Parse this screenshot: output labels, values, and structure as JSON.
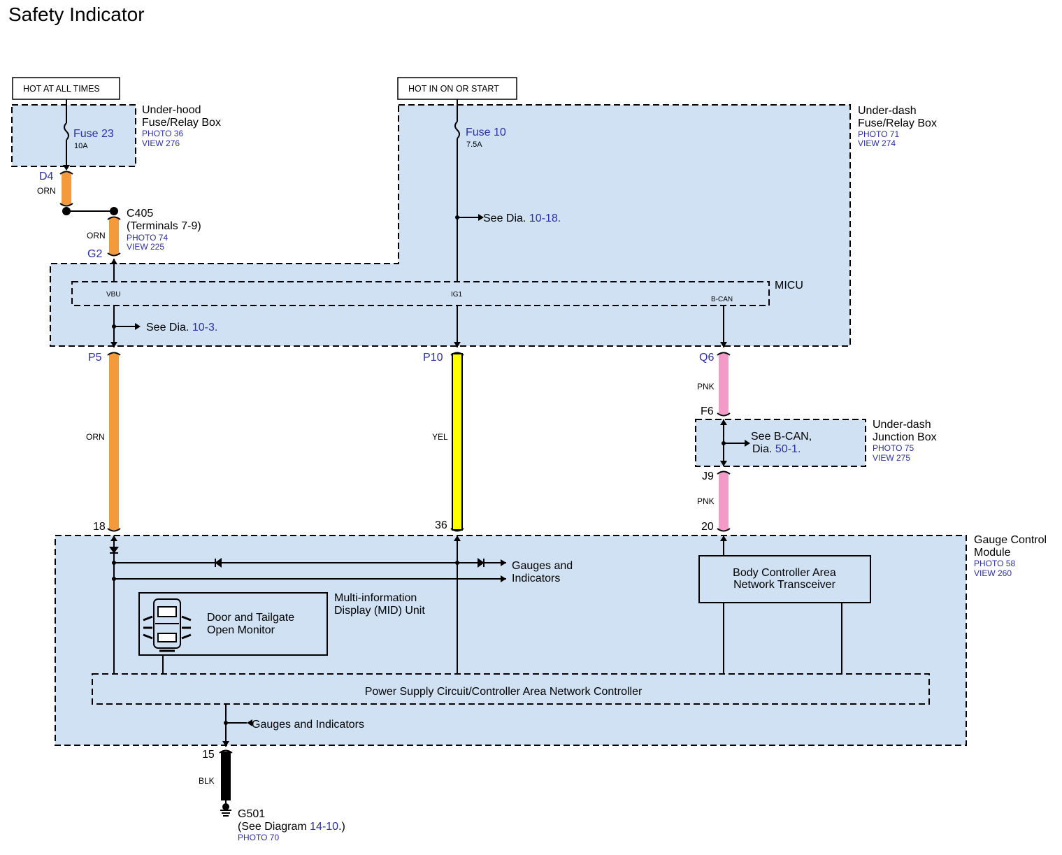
{
  "page_title": "Safety Indicator",
  "colors": {
    "box_fill": "#cfe1f3",
    "link_blue": "#2b2fa8",
    "wire_orange": "#f59a3a",
    "wire_yellow": "#ffff00",
    "wire_pink": "#f39ac8",
    "wire_black": "#000000"
  },
  "power_labels": {
    "hot_always": "HOT AT ALL TIMES",
    "hot_on_start": "HOT IN ON OR START"
  },
  "underhood_box": {
    "title_line1": "Under-hood",
    "title_line2": "Fuse/Relay Box",
    "photo": "PHOTO 36",
    "view": "VIEW 276",
    "fuse_name": "Fuse 23",
    "fuse_rating": "10A"
  },
  "underdash_box": {
    "title_line1": "Under-dash",
    "title_line2": "Fuse/Relay Box",
    "photo": "PHOTO 71",
    "view": "VIEW 274",
    "fuse_name": "Fuse 10",
    "fuse_rating": "7.5A",
    "see_prefix": "See Dia.",
    "see_ref": "10-18",
    "see_suffix": "."
  },
  "micu": {
    "label": "MICU",
    "pin_vbu": "VBU",
    "pin_ig1": "IG1",
    "pin_bcan": "B-CAN",
    "see_prefix": "See Dia.",
    "see_ref": "10-3",
    "see_suffix": "."
  },
  "c405": {
    "name": "C405",
    "terminals": "(Terminals 7-9)",
    "photo": "PHOTO 74",
    "view": "VIEW 225"
  },
  "connectors": {
    "d4": "D4",
    "g2": "G2",
    "p5": "P5",
    "p10": "P10",
    "q6": "Q6",
    "f6": "F6",
    "j9": "J9",
    "pin18": "18",
    "pin36": "36",
    "pin20": "20",
    "pin15": "15"
  },
  "wire_colors": {
    "orn_a": "ORN",
    "orn_b": "ORN",
    "orn_c": "ORN",
    "yel": "YEL",
    "pnk_a": "PNK",
    "pnk_b": "PNK",
    "blk": "BLK"
  },
  "junction_box": {
    "title_line1": "Under-dash",
    "title_line2": "Junction Box",
    "photo": "PHOTO 75",
    "view": "VIEW 275",
    "see_line1": "See B-CAN,",
    "see_prefix": "Dia.",
    "see_ref": "50-1",
    "see_suffix": "."
  },
  "gauge_module": {
    "title_line1": "Gauge Control",
    "title_line2": "Module",
    "photo": "PHOTO 58",
    "view": "VIEW 260",
    "gauges_line1": "Gauges and",
    "gauges_line2": "Indicators",
    "bcan_line1": "Body Controller Area",
    "bcan_line2": "Network Transceiver",
    "mid_line1": "Multi-information",
    "mid_line2": "Display (MID) Unit",
    "door_line1": "Door and Tailgate",
    "door_line2": "Open Monitor",
    "psc": "Power Supply Circuit/Controller Area Network Controller",
    "gauges_bottom": "Gauges and Indicators"
  },
  "ground": {
    "name": "G501",
    "see_prefix": "(See Diagram ",
    "see_ref": "14-10",
    "see_suffix": ".)",
    "photo": "PHOTO 70"
  }
}
